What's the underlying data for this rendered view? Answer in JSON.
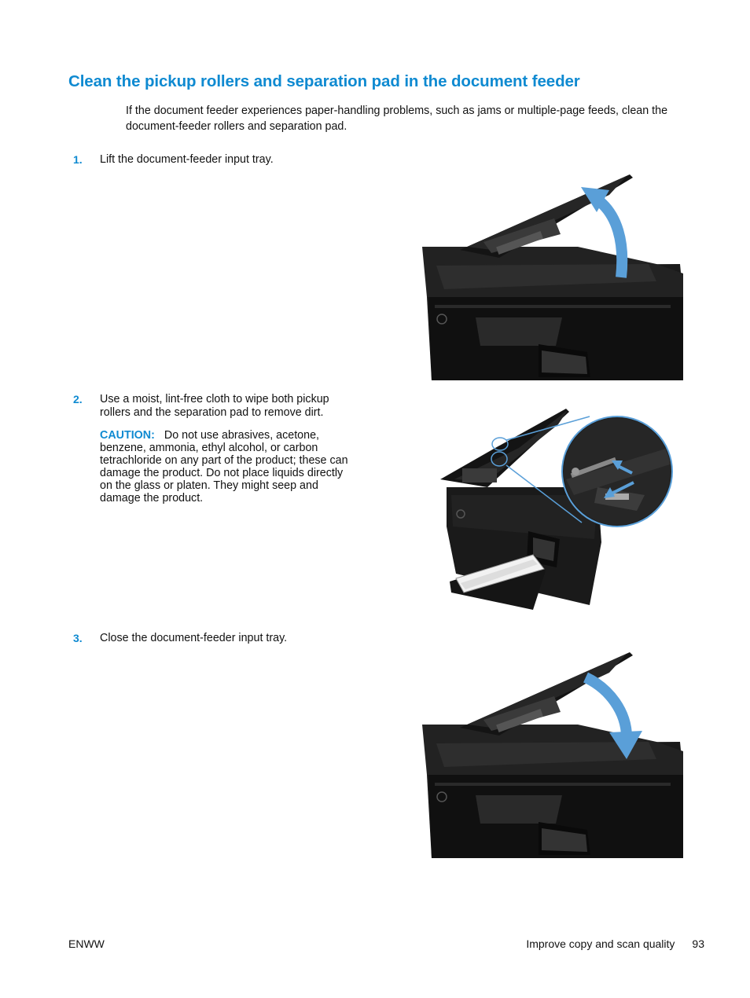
{
  "heading": "Clean the pickup rollers and separation pad in the document feeder",
  "intro": "If the document feeder experiences paper-handling problems, such as jams or multiple-page feeds, clean the document-feeder rollers and separation pad.",
  "steps": [
    {
      "number": "1.",
      "text": "Lift the document-feeder input tray."
    },
    {
      "number": "2.",
      "text": "Use a moist, lint-free cloth to wipe both pickup rollers and the separation pad to remove dirt.",
      "caution_label": "CAUTION:",
      "caution_text": "Do not use abrasives, acetone, benzene, ammonia, ethyl alcohol, or carbon tetrachloride on any part of the product; these can damage the product. Do not place liquids directly on the glass or platen. They might seep and damage the product."
    },
    {
      "number": "3.",
      "text": "Close the document-feeder input tray."
    }
  ],
  "footer": {
    "left": "ENWW",
    "section": "Improve copy and scan quality",
    "page": "93"
  },
  "colors": {
    "accent": "#0f8ad1",
    "arrow": "#5a9fd8",
    "printer": "#1c1c1c"
  }
}
